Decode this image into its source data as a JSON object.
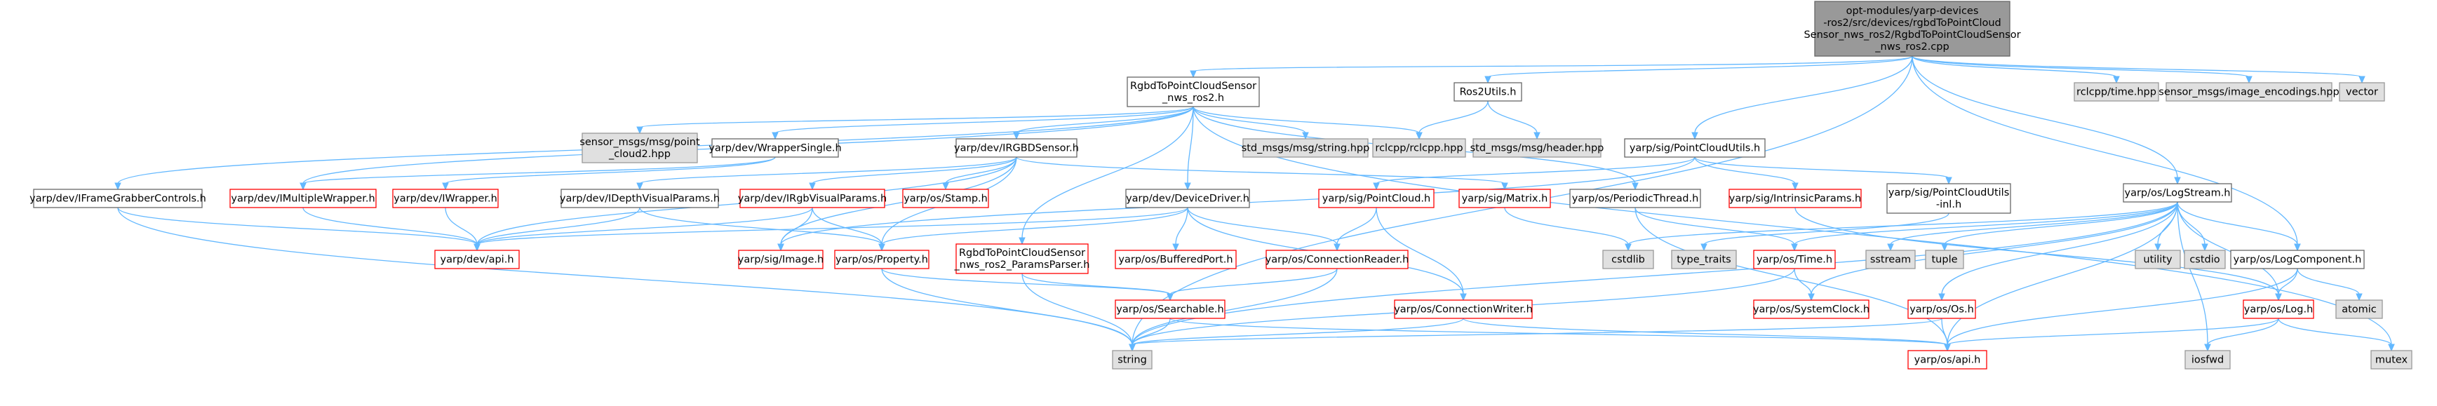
{
  "title": "opt-modules/yarp-devices-ros2/src/devices/rgbdToPointCloudSensor_nws_ros2/RgbdToPointCloudSensor_nws_ros2.cpp",
  "colors": {
    "root_fill": "#999999",
    "root_stroke": "#666666",
    "node_fill": "#ffffff",
    "node_stroke": "#666666",
    "missing_stroke": "#ff0000",
    "external_fill": "#e0e0e0",
    "external_stroke": "#999999",
    "edge": "#63b8ff"
  },
  "nodes": [
    {
      "id": "root",
      "kind": "root",
      "lines": [
        "opt-modules/yarp-devices",
        "-ros2/src/devices/rgbdToPointCloud",
        "Sensor_nws_ros2/RgbdToPointCloudSensor",
        "_nws_ros2.cpp"
      ]
    },
    {
      "id": "rgbdh",
      "kind": "normal",
      "lines": [
        "RgbdToPointCloudSensor",
        "_nws_ros2.h"
      ]
    },
    {
      "id": "ros2utils",
      "kind": "normal",
      "lines": [
        "Ros2Utils.h"
      ]
    },
    {
      "id": "rclcpptime",
      "kind": "external",
      "lines": [
        "rclcpp/time.hpp"
      ]
    },
    {
      "id": "imgenc",
      "kind": "external",
      "lines": [
        "sensor_msgs/image_encodings.hpp"
      ]
    },
    {
      "id": "vector",
      "kind": "external",
      "lines": [
        "vector"
      ]
    },
    {
      "id": "pc2",
      "kind": "external",
      "lines": [
        "sensor_msgs/msg/point",
        "_cloud2.hpp"
      ]
    },
    {
      "id": "wrapsingle",
      "kind": "normal",
      "lines": [
        "yarp/dev/WrapperSingle.h"
      ]
    },
    {
      "id": "irgbd",
      "kind": "normal",
      "lines": [
        "yarp/dev/IRGBDSensor.h"
      ]
    },
    {
      "id": "stringhpp",
      "kind": "external",
      "lines": [
        "std_msgs/msg/string.hpp"
      ]
    },
    {
      "id": "rclcpp",
      "kind": "external",
      "lines": [
        "rclcpp/rclcpp.hpp"
      ]
    },
    {
      "id": "headerhpp",
      "kind": "external",
      "lines": [
        "std_msgs/msg/header.hpp"
      ]
    },
    {
      "id": "pcutils",
      "kind": "normal",
      "lines": [
        "yarp/sig/PointCloudUtils.h"
      ]
    },
    {
      "id": "ifgc",
      "kind": "normal",
      "lines": [
        "yarp/dev/IFrameGrabberControls.h"
      ]
    },
    {
      "id": "imultiwrap",
      "kind": "missing",
      "lines": [
        "yarp/dev/IMultipleWrapper.h"
      ]
    },
    {
      "id": "iwrapper",
      "kind": "missing",
      "lines": [
        "yarp/dev/IWrapper.h"
      ]
    },
    {
      "id": "idepth",
      "kind": "normal",
      "lines": [
        "yarp/dev/IDepthVisualParams.h"
      ]
    },
    {
      "id": "irgbvis",
      "kind": "missing",
      "lines": [
        "yarp/dev/IRgbVisualParams.h"
      ]
    },
    {
      "id": "stamp",
      "kind": "missing",
      "lines": [
        "yarp/os/Stamp.h"
      ]
    },
    {
      "id": "devdriver",
      "kind": "normal",
      "lines": [
        "yarp/dev/DeviceDriver.h"
      ]
    },
    {
      "id": "pointcloud",
      "kind": "missing",
      "lines": [
        "yarp/sig/PointCloud.h"
      ]
    },
    {
      "id": "matrix",
      "kind": "missing",
      "lines": [
        "yarp/sig/Matrix.h"
      ]
    },
    {
      "id": "periodic",
      "kind": "normal",
      "lines": [
        "yarp/os/PeriodicThread.h"
      ]
    },
    {
      "id": "intrinsic",
      "kind": "missing",
      "lines": [
        "yarp/sig/IntrinsicParams.h"
      ]
    },
    {
      "id": "pcutilsinl",
      "kind": "normal",
      "lines": [
        "yarp/sig/PointCloudUtils",
        "-inl.h"
      ]
    },
    {
      "id": "logstream",
      "kind": "normal",
      "lines": [
        "yarp/os/LogStream.h"
      ]
    },
    {
      "id": "devapi",
      "kind": "missing",
      "lines": [
        "yarp/dev/api.h"
      ]
    },
    {
      "id": "image",
      "kind": "missing",
      "lines": [
        "yarp/sig/Image.h"
      ]
    },
    {
      "id": "property",
      "kind": "missing",
      "lines": [
        "yarp/os/Property.h"
      ]
    },
    {
      "id": "parser",
      "kind": "missing",
      "lines": [
        "RgbdToPointCloudSensor",
        "_nws_ros2_ParamsParser.h"
      ]
    },
    {
      "id": "bufport",
      "kind": "missing",
      "lines": [
        "yarp/os/BufferedPort.h"
      ]
    },
    {
      "id": "connreader",
      "kind": "missing",
      "lines": [
        "yarp/os/ConnectionReader.h"
      ]
    },
    {
      "id": "cstdlib",
      "kind": "external",
      "lines": [
        "cstdlib"
      ]
    },
    {
      "id": "typetraits",
      "kind": "external",
      "lines": [
        "type_traits"
      ]
    },
    {
      "id": "time",
      "kind": "missing",
      "lines": [
        "yarp/os/Time.h"
      ]
    },
    {
      "id": "sstream",
      "kind": "external",
      "lines": [
        "sstream"
      ]
    },
    {
      "id": "tuple",
      "kind": "external",
      "lines": [
        "tuple"
      ]
    },
    {
      "id": "utility",
      "kind": "external",
      "lines": [
        "utility"
      ]
    },
    {
      "id": "cstdio",
      "kind": "external",
      "lines": [
        "cstdio"
      ]
    },
    {
      "id": "logcomp",
      "kind": "normal",
      "lines": [
        "yarp/os/LogComponent.h"
      ]
    },
    {
      "id": "searchable",
      "kind": "missing",
      "lines": [
        "yarp/os/Searchable.h"
      ]
    },
    {
      "id": "connwriter",
      "kind": "missing",
      "lines": [
        "yarp/os/ConnectionWriter.h"
      ]
    },
    {
      "id": "sysclock",
      "kind": "missing",
      "lines": [
        "yarp/os/SystemClock.h"
      ]
    },
    {
      "id": "os",
      "kind": "missing",
      "lines": [
        "yarp/os/Os.h"
      ]
    },
    {
      "id": "log",
      "kind": "missing",
      "lines": [
        "yarp/os/Log.h"
      ]
    },
    {
      "id": "atomic",
      "kind": "external",
      "lines": [
        "atomic"
      ]
    },
    {
      "id": "string",
      "kind": "external",
      "lines": [
        "string"
      ]
    },
    {
      "id": "osapi",
      "kind": "missing",
      "lines": [
        "yarp/os/api.h"
      ]
    },
    {
      "id": "iosfwd",
      "kind": "external",
      "lines": [
        "iosfwd"
      ]
    },
    {
      "id": "mutex",
      "kind": "external",
      "lines": [
        "mutex"
      ]
    }
  ],
  "edges": [
    [
      "root",
      "rgbdh"
    ],
    [
      "root",
      "ros2utils"
    ],
    [
      "root",
      "rclcpptime"
    ],
    [
      "root",
      "imgenc"
    ],
    [
      "root",
      "vector"
    ],
    [
      "root",
      "pcutils"
    ],
    [
      "root",
      "logstream"
    ],
    [
      "root",
      "logcomp"
    ],
    [
      "root",
      "string"
    ],
    [
      "rgbdh",
      "pc2"
    ],
    [
      "rgbdh",
      "wrapsingle"
    ],
    [
      "rgbdh",
      "irgbd"
    ],
    [
      "rgbdh",
      "stringhpp"
    ],
    [
      "rgbdh",
      "rclcpp"
    ],
    [
      "rgbdh",
      "ifgc"
    ],
    [
      "rgbdh",
      "imultiwrap"
    ],
    [
      "rgbdh",
      "devdriver"
    ],
    [
      "rgbdh",
      "periodic"
    ],
    [
      "rgbdh",
      "parser"
    ],
    [
      "rgbdh",
      "mutex"
    ],
    [
      "ros2utils",
      "rclcpp"
    ],
    [
      "ros2utils",
      "headerhpp"
    ],
    [
      "wrapsingle",
      "iwrapper"
    ],
    [
      "wrapsingle",
      "imultiwrap"
    ],
    [
      "irgbd",
      "idepth"
    ],
    [
      "irgbd",
      "irgbvis"
    ],
    [
      "irgbd",
      "stamp"
    ],
    [
      "irgbd",
      "matrix"
    ],
    [
      "irgbd",
      "property"
    ],
    [
      "irgbd",
      "image"
    ],
    [
      "irgbd",
      "devapi"
    ],
    [
      "pcutils",
      "pointcloud"
    ],
    [
      "pcutils",
      "intrinsic"
    ],
    [
      "pcutils",
      "pcutilsinl"
    ],
    [
      "pcutils",
      "image"
    ],
    [
      "ifgc",
      "devapi"
    ],
    [
      "ifgc",
      "string"
    ],
    [
      "imultiwrap",
      "devapi"
    ],
    [
      "iwrapper",
      "devapi"
    ],
    [
      "idepth",
      "devapi"
    ],
    [
      "idepth",
      "property"
    ],
    [
      "irgbvis",
      "devapi"
    ],
    [
      "irgbvis",
      "image"
    ],
    [
      "irgbvis",
      "property"
    ],
    [
      "devdriver",
      "devapi"
    ],
    [
      "devdriver",
      "bufport"
    ],
    [
      "devdriver",
      "connreader"
    ],
    [
      "devdriver",
      "connwriter"
    ],
    [
      "devdriver",
      "property"
    ],
    [
      "pointcloud",
      "connreader"
    ],
    [
      "pointcloud",
      "connwriter"
    ],
    [
      "matrix",
      "cstdlib"
    ],
    [
      "periodic",
      "time"
    ],
    [
      "periodic",
      "osapi"
    ],
    [
      "intrinsic",
      "log"
    ],
    [
      "pcutilsinl",
      "typetraits"
    ],
    [
      "logstream",
      "cstdlib"
    ],
    [
      "logstream",
      "time"
    ],
    [
      "logstream",
      "sstream"
    ],
    [
      "logstream",
      "tuple"
    ],
    [
      "logstream",
      "utility"
    ],
    [
      "logstream",
      "cstdio"
    ],
    [
      "logstream",
      "logcomp"
    ],
    [
      "logstream",
      "log"
    ],
    [
      "logstream",
      "os"
    ],
    [
      "logstream",
      "sysclock"
    ],
    [
      "logstream",
      "string"
    ],
    [
      "logstream",
      "osapi"
    ],
    [
      "logstream",
      "iosfwd"
    ],
    [
      "property",
      "searchable"
    ],
    [
      "property",
      "string"
    ],
    [
      "parser",
      "searchable"
    ],
    [
      "parser",
      "string"
    ],
    [
      "connreader",
      "searchable"
    ],
    [
      "connreader",
      "string"
    ],
    [
      "time",
      "sysclock"
    ],
    [
      "time",
      "string"
    ],
    [
      "logcomp",
      "log"
    ],
    [
      "logcomp",
      "atomic"
    ],
    [
      "logcomp",
      "osapi"
    ],
    [
      "searchable",
      "string"
    ],
    [
      "searchable",
      "osapi"
    ],
    [
      "connwriter",
      "osapi"
    ],
    [
      "connwriter",
      "string"
    ],
    [
      "os",
      "string"
    ],
    [
      "os",
      "osapi"
    ],
    [
      "log",
      "osapi"
    ],
    [
      "log",
      "iosfwd"
    ],
    [
      "log",
      "mutex"
    ]
  ]
}
